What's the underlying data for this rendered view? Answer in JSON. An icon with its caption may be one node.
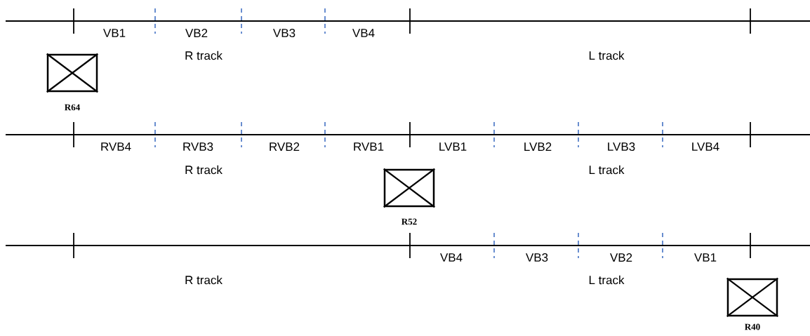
{
  "diagram": {
    "nodes": [
      {
        "text": [
          "R64"
        ]
      },
      {
        "text": [
          "R52"
        ]
      },
      {
        "text": [
          "R40"
        ]
      }
    ],
    "edges": [],
    "labels": [
      "VB1",
      "VB2",
      "VB3",
      "VB4",
      "R track",
      "L track",
      "RVB4",
      "RVB3",
      "RVB2",
      "RVB1",
      "LVB1",
      "LVB2",
      "LVB3",
      "LVB4",
      "R track",
      "L track",
      "VB4",
      "VB3",
      "VB2",
      "VB1",
      "R track",
      "L track"
    ]
  }
}
